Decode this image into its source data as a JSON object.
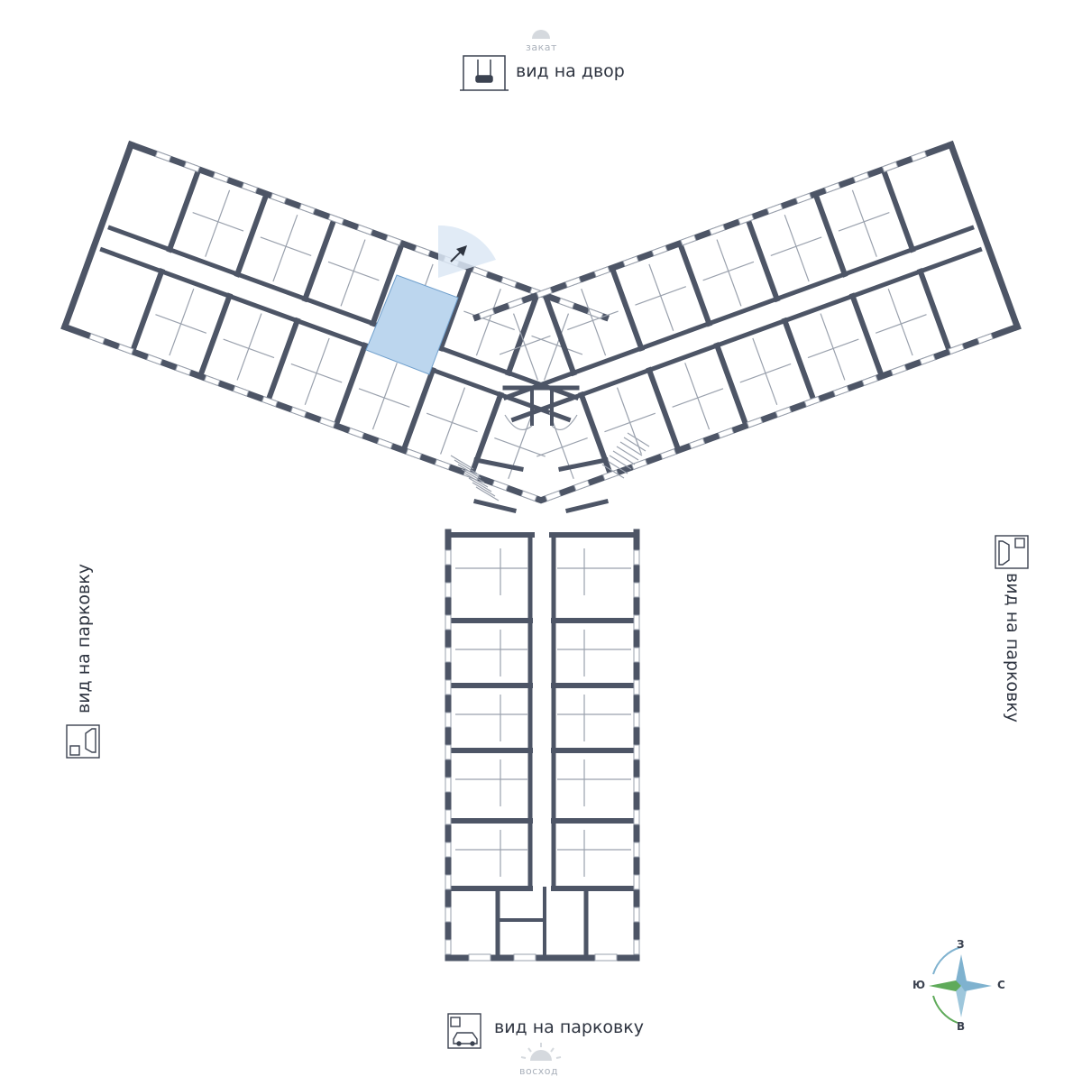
{
  "colors": {
    "wall": "#4d5566",
    "thin": "#9aa1ad",
    "highlight": "#bcd6ee",
    "highlight_stroke": "#6f9fcc",
    "compass_green": "#5faa5a",
    "compass_blue": "#7fb2cf",
    "sun": "#d5d9de"
  },
  "labels": {
    "top_sun": "закат",
    "top_view": "вид на двор",
    "bottom_sun": "восход",
    "bottom_view": "вид на парковку",
    "left_view": "вид на парковку",
    "right_view": "вид на парковку"
  },
  "compass": {
    "north": "З",
    "south": "В",
    "west": "Ю",
    "east": "С"
  },
  "icons": {
    "top": "playground-swing-icon",
    "bottom": "parking-icon",
    "left": "parking-icon",
    "right": "parking-icon"
  },
  "plan": {
    "highlighted_unit": "selected-apartment"
  }
}
